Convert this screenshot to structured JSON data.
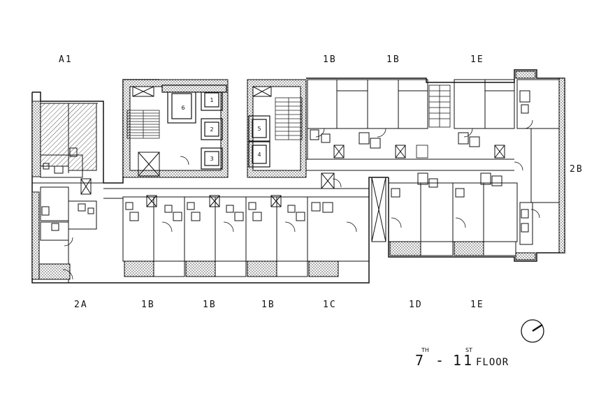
{
  "units_top": [
    "A1",
    "1B",
    "1B",
    "1E"
  ],
  "units_right": [
    "2B"
  ],
  "units_bottom": [
    "2A",
    "1B",
    "1B",
    "1B",
    "1C",
    "1D",
    "1E"
  ],
  "lifts": [
    "1",
    "2",
    "3",
    "4",
    "5",
    "6"
  ],
  "floor": {
    "from": "7",
    "from_suffix": "TH",
    "dash": "-",
    "to": "11",
    "to_suffix": "ST",
    "word": "FLOOR"
  },
  "colors": {
    "ink": "#111111",
    "hatch": "#555555",
    "paper": "#ffffff"
  },
  "icons": {
    "compass": "north-arrow-icon"
  }
}
